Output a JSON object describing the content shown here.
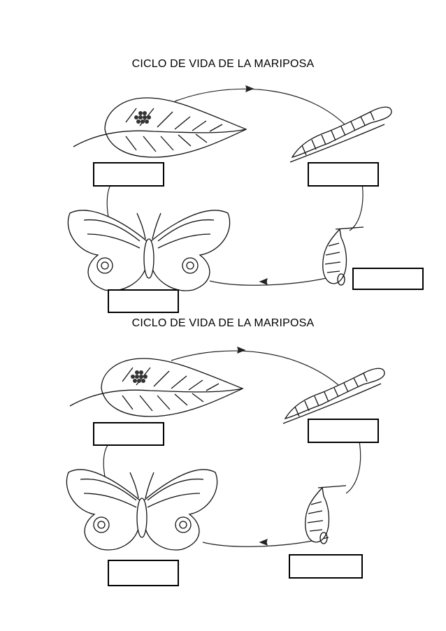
{
  "worksheets": [
    {
      "title": "CICLO DE VIDA DE LA MARIPOSA"
    },
    {
      "title": "CICLO DE VIDA DE LA MARIPOSA"
    }
  ],
  "stages": {
    "eggs": "eggs-on-leaf",
    "larva": "caterpillar",
    "pupa": "chrysalis",
    "adult": "butterfly"
  }
}
